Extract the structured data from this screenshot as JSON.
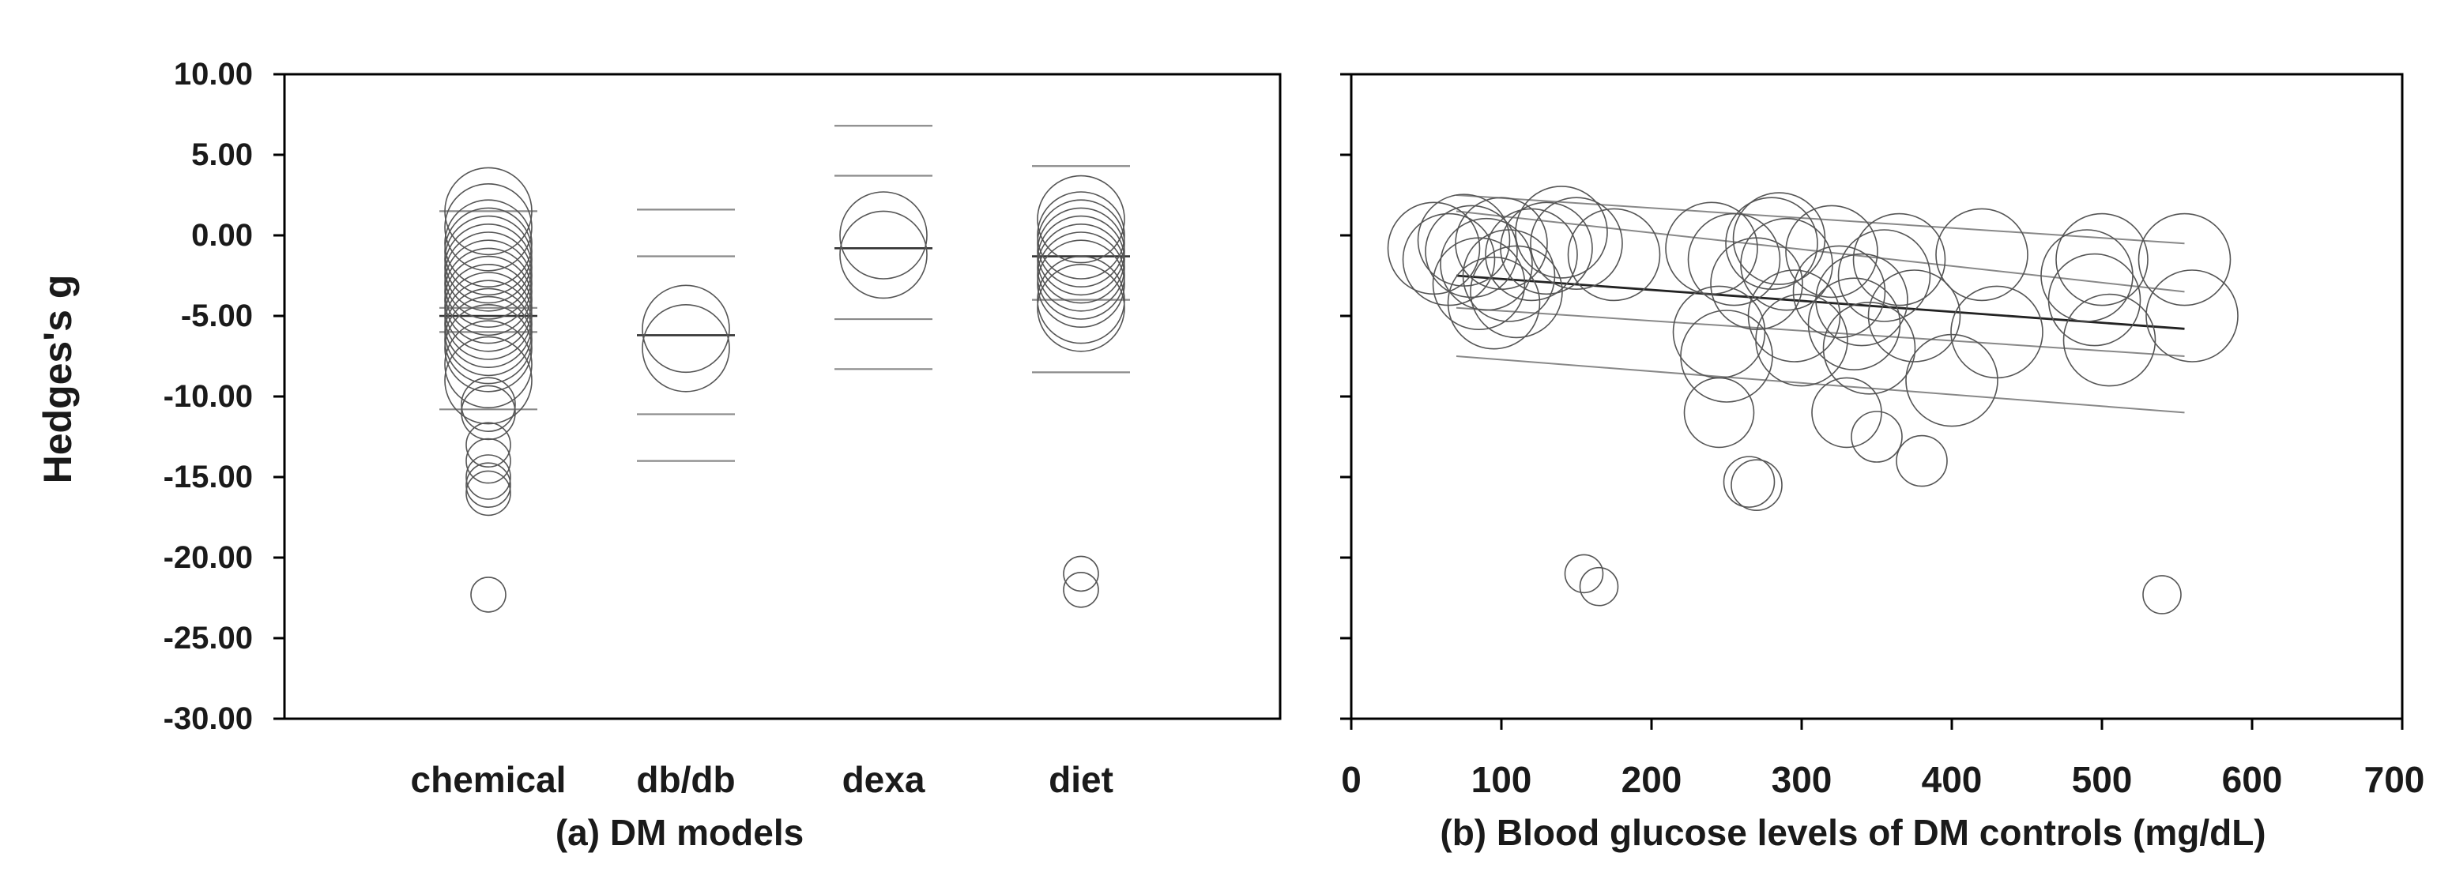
{
  "chart_data": [
    {
      "panel": "a",
      "type": "scatter",
      "caption": "(a) DM models",
      "ylabel": "Hedges's g",
      "ylim": [
        -30,
        10
      ],
      "yticks": [
        "10.00",
        "5.00",
        "0.00",
        "-5.00",
        "-10.00",
        "-15.00",
        "-20.00",
        "-25.00",
        "-30.00"
      ],
      "categories": [
        "chemical",
        "db/db",
        "dexa",
        "diet"
      ],
      "grid": false,
      "marker": "open circle sized by study weight",
      "points": [
        {
          "category": "chemical",
          "values": [
            1.5,
            0.5,
            -0.5,
            -1.0,
            -1.5,
            -2.0,
            -2.5,
            -3.0,
            -3.5,
            -4.0,
            -4.5,
            -5.0,
            -5.5,
            -6.0,
            -6.5,
            -7.0,
            -8.0,
            -9.0,
            -10.5,
            -11.0,
            -13.0,
            -14.0,
            -15.0,
            -15.5,
            -16.0,
            -22.3
          ]
        },
        {
          "category": "db/db",
          "values": [
            -5.8,
            -7.0
          ]
        },
        {
          "category": "dexa",
          "values": [
            0.0,
            -1.2
          ]
        },
        {
          "category": "diet",
          "values": [
            1.0,
            0.0,
            -0.5,
            -1.0,
            -1.5,
            -2.0,
            -2.5,
            -3.0,
            -4.0,
            -4.5,
            -21.0,
            -22.0
          ]
        }
      ],
      "summary_lines": [
        {
          "category": "chemical",
          "mean": -5.0,
          "lines": [
            1.5,
            -4.5,
            -6.0,
            -10.8
          ]
        },
        {
          "category": "db/db",
          "mean": -6.2,
          "lines": [
            1.6,
            -1.3,
            -11.1,
            -14.0
          ]
        },
        {
          "category": "dexa",
          "mean": -0.8,
          "lines": [
            6.8,
            3.7,
            -5.2,
            -8.3
          ]
        },
        {
          "category": "diet",
          "mean": -1.3,
          "lines": [
            4.3,
            -4.0,
            -8.5
          ]
        }
      ]
    },
    {
      "panel": "b",
      "type": "scatter",
      "caption": "(b) Blood glucose levels of DM controls (mg/dL)",
      "xlim": [
        0,
        700
      ],
      "xticks": [
        "0",
        "100",
        "200",
        "300",
        "400",
        "500",
        "600",
        "700"
      ],
      "ylim": [
        -30,
        10
      ],
      "grid": false,
      "marker": "open circle sized by study weight",
      "points": [
        {
          "x": 55,
          "y": -0.8
        },
        {
          "x": 65,
          "y": -1.5
        },
        {
          "x": 75,
          "y": -0.3
        },
        {
          "x": 80,
          "y": -1.0
        },
        {
          "x": 85,
          "y": -3.0
        },
        {
          "x": 90,
          "y": -1.8
        },
        {
          "x": 95,
          "y": -4.2
        },
        {
          "x": 100,
          "y": -0.5
        },
        {
          "x": 105,
          "y": -2.5
        },
        {
          "x": 110,
          "y": -3.5
        },
        {
          "x": 120,
          "y": -1.2
        },
        {
          "x": 130,
          "y": -0.8
        },
        {
          "x": 140,
          "y": 0.2
        },
        {
          "x": 150,
          "y": -0.5
        },
        {
          "x": 155,
          "y": -21.0
        },
        {
          "x": 165,
          "y": -21.8
        },
        {
          "x": 175,
          "y": -1.2
        },
        {
          "x": 240,
          "y": -0.8
        },
        {
          "x": 245,
          "y": -6.0
        },
        {
          "x": 250,
          "y": -7.5
        },
        {
          "x": 245,
          "y": -11.0
        },
        {
          "x": 255,
          "y": -1.5
        },
        {
          "x": 265,
          "y": -15.3
        },
        {
          "x": 270,
          "y": -15.5
        },
        {
          "x": 270,
          "y": -3.0
        },
        {
          "x": 280,
          "y": -0.5
        },
        {
          "x": 285,
          "y": -0.2
        },
        {
          "x": 290,
          "y": -1.8
        },
        {
          "x": 295,
          "y": -5.0
        },
        {
          "x": 300,
          "y": -6.5
        },
        {
          "x": 320,
          "y": -1.0
        },
        {
          "x": 325,
          "y": -3.5
        },
        {
          "x": 330,
          "y": -11.0
        },
        {
          "x": 335,
          "y": -5.5
        },
        {
          "x": 340,
          "y": -4.0
        },
        {
          "x": 345,
          "y": -7.0
        },
        {
          "x": 350,
          "y": -12.5
        },
        {
          "x": 355,
          "y": -2.5
        },
        {
          "x": 365,
          "y": -1.5
        },
        {
          "x": 375,
          "y": -5.0
        },
        {
          "x": 380,
          "y": -14.0
        },
        {
          "x": 400,
          "y": -9.0
        },
        {
          "x": 420,
          "y": -1.2
        },
        {
          "x": 430,
          "y": -6.0
        },
        {
          "x": 490,
          "y": -2.5
        },
        {
          "x": 495,
          "y": -4.0
        },
        {
          "x": 500,
          "y": -1.5
        },
        {
          "x": 505,
          "y": -6.5
        },
        {
          "x": 540,
          "y": -22.3
        },
        {
          "x": 555,
          "y": -1.5
        },
        {
          "x": 560,
          "y": -5.0
        }
      ],
      "regression_lines": [
        {
          "x1": 70,
          "y1": 2.5,
          "x2": 555,
          "y2": -0.5
        },
        {
          "x1": 70,
          "y1": 1.5,
          "x2": 555,
          "y2": -3.5
        },
        {
          "x1": 70,
          "y1": -2.5,
          "x2": 555,
          "y2": -5.8,
          "fit": true
        },
        {
          "x1": 70,
          "y1": -4.5,
          "x2": 555,
          "y2": -7.5
        },
        {
          "x1": 70,
          "y1": -7.5,
          "x2": 555,
          "y2": -11.0
        }
      ]
    }
  ]
}
